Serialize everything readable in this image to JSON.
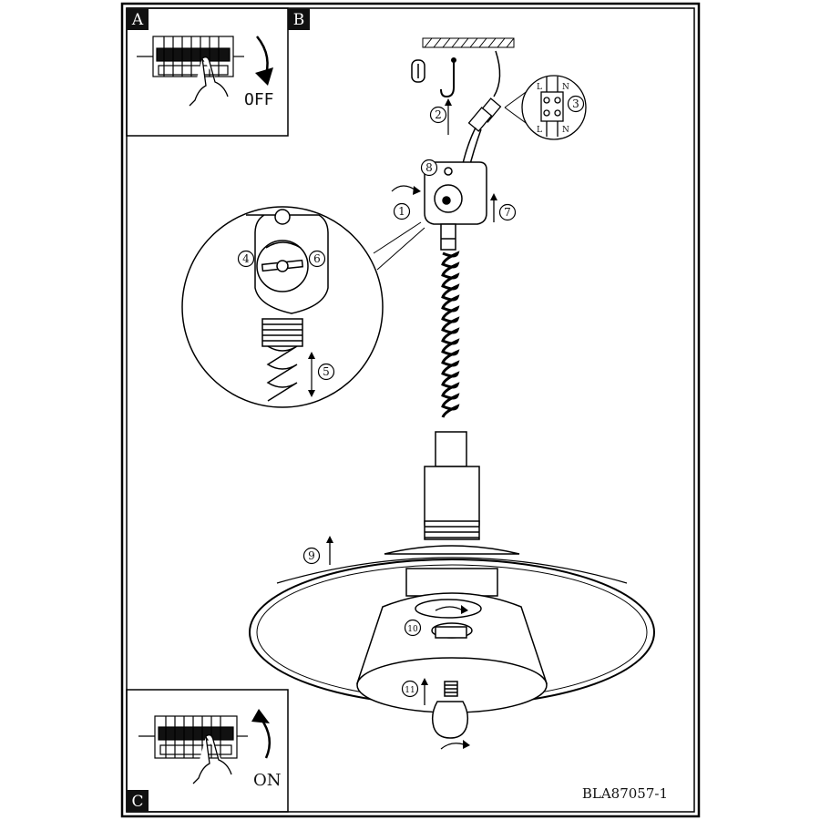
{
  "panels": {
    "a": {
      "letter": "A",
      "action": "OFF"
    },
    "b": {
      "letter": "B"
    },
    "c": {
      "letter": "C",
      "action": "ON"
    }
  },
  "steps": [
    "1",
    "2",
    "3",
    "4",
    "5",
    "6",
    "7",
    "8",
    "9",
    "10",
    "11"
  ],
  "terminal_labels": {
    "top": [
      "L",
      "N"
    ],
    "bottom": [
      "L",
      "N"
    ]
  },
  "footer": {
    "code": "BLA87057-1"
  }
}
